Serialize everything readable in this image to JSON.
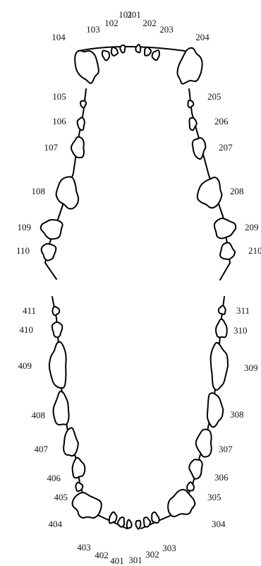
{
  "colors": {
    "outline": "#000000",
    "default_fill": "#ffffff",
    "gray": "#808080",
    "pink": "#dd99ee",
    "red": "#ff1a1a",
    "yellow": "#f2e020",
    "dark_red_outline": "#b02020",
    "black": "#000000"
  },
  "teeth": {
    "upper_right": [
      {
        "id": "101",
        "label": "101",
        "fill": null,
        "outline": null
      },
      {
        "id": "102",
        "label": "102",
        "fill": null,
        "outline": null
      },
      {
        "id": "103",
        "label": "103",
        "fill": null,
        "outline": null
      },
      {
        "id": "104",
        "label": "104",
        "fill": null,
        "outline": null
      },
      {
        "id": "105",
        "label": "105",
        "fill": null,
        "outline": null
      },
      {
        "id": "106",
        "label": "106",
        "fill": null,
        "outline": null
      },
      {
        "id": "107",
        "label": "107",
        "fill": "gray",
        "outline": null
      },
      {
        "id": "108",
        "label": "108",
        "fill": null,
        "outline": null
      },
      {
        "id": "109",
        "label": "109",
        "fill": null,
        "outline": null
      },
      {
        "id": "110",
        "label": "110",
        "fill": null,
        "outline": null
      }
    ],
    "upper_left": [
      {
        "id": "201",
        "label": "201",
        "fill": null,
        "outline": null
      },
      {
        "id": "202",
        "label": "202",
        "fill": null,
        "outline": null
      },
      {
        "id": "203",
        "label": "203",
        "fill": null,
        "outline": null
      },
      {
        "id": "204",
        "label": "204",
        "fill": null,
        "outline": "pink"
      },
      {
        "id": "205",
        "label": "205",
        "fill": null,
        "outline": null
      },
      {
        "id": "206",
        "label": "206",
        "fill": null,
        "outline": null
      },
      {
        "id": "207",
        "label": "207",
        "fill": null,
        "outline": null
      },
      {
        "id": "208",
        "label": "208",
        "fill": "red",
        "outline": null
      },
      {
        "id": "209",
        "label": "209",
        "fill": null,
        "outline": null
      },
      {
        "id": "210",
        "label": "210",
        "fill": null,
        "outline": null
      }
    ],
    "lower_left": [
      {
        "id": "301",
        "label": "301",
        "fill": null,
        "outline": null
      },
      {
        "id": "302",
        "label": "302",
        "fill": null,
        "outline": null
      },
      {
        "id": "303",
        "label": "303",
        "fill": null,
        "outline": null
      },
      {
        "id": "304",
        "label": "304",
        "fill": null,
        "outline": null
      },
      {
        "id": "305",
        "label": "305",
        "fill": null,
        "outline": null
      },
      {
        "id": "306",
        "label": "306",
        "fill": null,
        "outline": null
      },
      {
        "id": "307",
        "label": "307",
        "fill": null,
        "outline": null
      },
      {
        "id": "308",
        "label": "308",
        "fill": null,
        "outline": null
      },
      {
        "id": "309",
        "label": "309",
        "fill": null,
        "outline": null
      },
      {
        "id": "310",
        "label": "310",
        "fill": "black",
        "outline": "dark_red_outline"
      },
      {
        "id": "311",
        "label": "311",
        "fill": null,
        "outline": null
      }
    ],
    "lower_right": [
      {
        "id": "401",
        "label": "401",
        "fill": null,
        "outline": null
      },
      {
        "id": "402",
        "label": "402",
        "fill": null,
        "outline": null
      },
      {
        "id": "403",
        "label": "403",
        "fill": null,
        "outline": null
      },
      {
        "id": "404",
        "label": "404",
        "fill": null,
        "outline": null
      },
      {
        "id": "405",
        "label": "405",
        "fill": null,
        "outline": null
      },
      {
        "id": "406",
        "label": "406",
        "fill": null,
        "outline": null
      },
      {
        "id": "407",
        "label": "407",
        "fill": null,
        "outline": null
      },
      {
        "id": "408",
        "label": "408",
        "fill": null,
        "outline": "yellow"
      },
      {
        "id": "409",
        "label": "409",
        "fill": null,
        "outline": null
      },
      {
        "id": "410",
        "label": "410",
        "fill": null,
        "outline": null
      },
      {
        "id": "411",
        "label": "411",
        "fill": null,
        "outline": null
      }
    ]
  }
}
